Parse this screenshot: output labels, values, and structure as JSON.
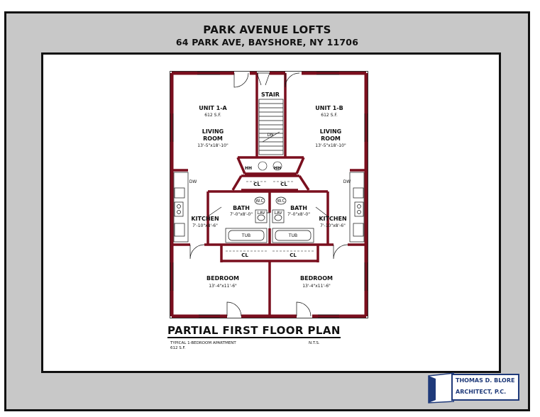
{
  "project": {
    "title": "PARK AVENUE LOFTS",
    "address": "64 PARK AVE, BAYSHORE, NY 11706"
  },
  "rooms": {
    "stair": "STAIR",
    "unit_a": {
      "name": "UNIT 1-A",
      "area": "612 S.F."
    },
    "unit_b": {
      "name": "UNIT 1-B",
      "area": "612 S.F."
    },
    "living_a": {
      "line1": "LIVING",
      "line2": "ROOM",
      "dims": "13'-5\"x18'-10\""
    },
    "living_b": {
      "line1": "LIVING",
      "line2": "ROOM",
      "dims": "13'-5\"x18'-10\""
    },
    "kitchen_a": {
      "name": "KITCHEN",
      "dims": "7'-10\"x8'-6\""
    },
    "kitchen_b": {
      "name": "KITCHEN",
      "dims": "7'-10\"x8'-6\""
    },
    "bath_a": {
      "name": "BATH",
      "dims": "7'-0\"x8'-0\""
    },
    "bath_b": {
      "name": "BATH",
      "dims": "7'-0\"x8'-0\""
    },
    "bedroom_a": {
      "name": "BEDROOM",
      "dims": "13'-4\"x11'-6\""
    },
    "bedroom_b": {
      "name": "BEDROOM",
      "dims": "13'-4\"x11'-6\""
    },
    "closet": "CL",
    "tub": "TUB",
    "lav": "LAV",
    "wc": "W.C",
    "dw": "DW",
    "hh": "HH",
    "stair_dn": "DN"
  },
  "plan": {
    "title": "PARTIAL FIRST FLOOR PLAN",
    "note_line1": "TYPICAL 1-BEDROOM APARTMENT",
    "note_line2": "612 S.F.",
    "scale": "N.T.S."
  },
  "architect": {
    "line1": "THOMAS D. BLORE",
    "line2": "ARCHITECT, P.C."
  },
  "colors": {
    "wall": "#7a0f1e",
    "sheet": "#c8c8c8",
    "stamp": "#1f3a7a"
  }
}
